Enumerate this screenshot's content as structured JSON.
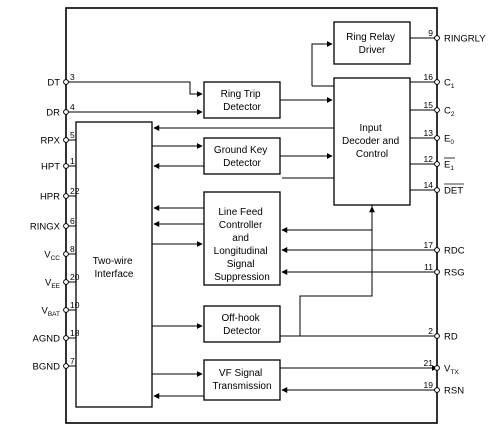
{
  "blocks": {
    "ring_relay_driver": [
      "Ring Relay",
      "Driver"
    ],
    "ring_trip_detector": [
      "Ring Trip",
      "Detector"
    ],
    "input_decoder": [
      "Input",
      "Decoder and",
      "Control"
    ],
    "two_wire_interface": [
      "Two-wire",
      "Interface"
    ],
    "ground_key_detector": [
      "Ground Key",
      "Detector"
    ],
    "line_feed": [
      "Line Feed",
      "Controller",
      "and",
      "Longitudinal",
      "Signal",
      "Suppression"
    ],
    "off_hook_detector": [
      "Off-hook",
      "Detector"
    ],
    "vf_signal": [
      "VF Signal",
      "Transmission"
    ]
  },
  "left_pins": [
    {
      "name": "DT",
      "sub": "",
      "num": "3"
    },
    {
      "name": "DR",
      "sub": "",
      "num": "4"
    },
    {
      "name": "RPX",
      "sub": "",
      "num": "5"
    },
    {
      "name": "HPT",
      "sub": "",
      "num": "1"
    },
    {
      "name": "HPR",
      "sub": "",
      "num": "22"
    },
    {
      "name": "RINGX",
      "sub": "",
      "num": "6"
    },
    {
      "name": "V",
      "sub": "CC",
      "num": "8"
    },
    {
      "name": "V",
      "sub": "EE",
      "num": "20"
    },
    {
      "name": "V",
      "sub": "BAT",
      "num": "10"
    },
    {
      "name": "AGND",
      "sub": "",
      "num": "18"
    },
    {
      "name": "BGND",
      "sub": "",
      "num": "7"
    }
  ],
  "right_pins": [
    {
      "name": "RINGRLY",
      "sub": "",
      "num": "9"
    },
    {
      "name": "C",
      "sub": "1",
      "num": "16"
    },
    {
      "name": "C",
      "sub": "2",
      "num": "15"
    },
    {
      "name": "E",
      "sub": "0",
      "num": "13"
    },
    {
      "name": "E",
      "sub": "1",
      "num": "12"
    },
    {
      "name": "DET",
      "sub": "",
      "num": "14"
    },
    {
      "name": "RDC",
      "sub": "",
      "num": "17"
    },
    {
      "name": "RSG",
      "sub": "",
      "num": "11"
    },
    {
      "name": "RD",
      "sub": "",
      "num": "2"
    },
    {
      "name": "V",
      "sub": "TX",
      "num": "21"
    },
    {
      "name": "RSN",
      "sub": "",
      "num": "19"
    }
  ]
}
